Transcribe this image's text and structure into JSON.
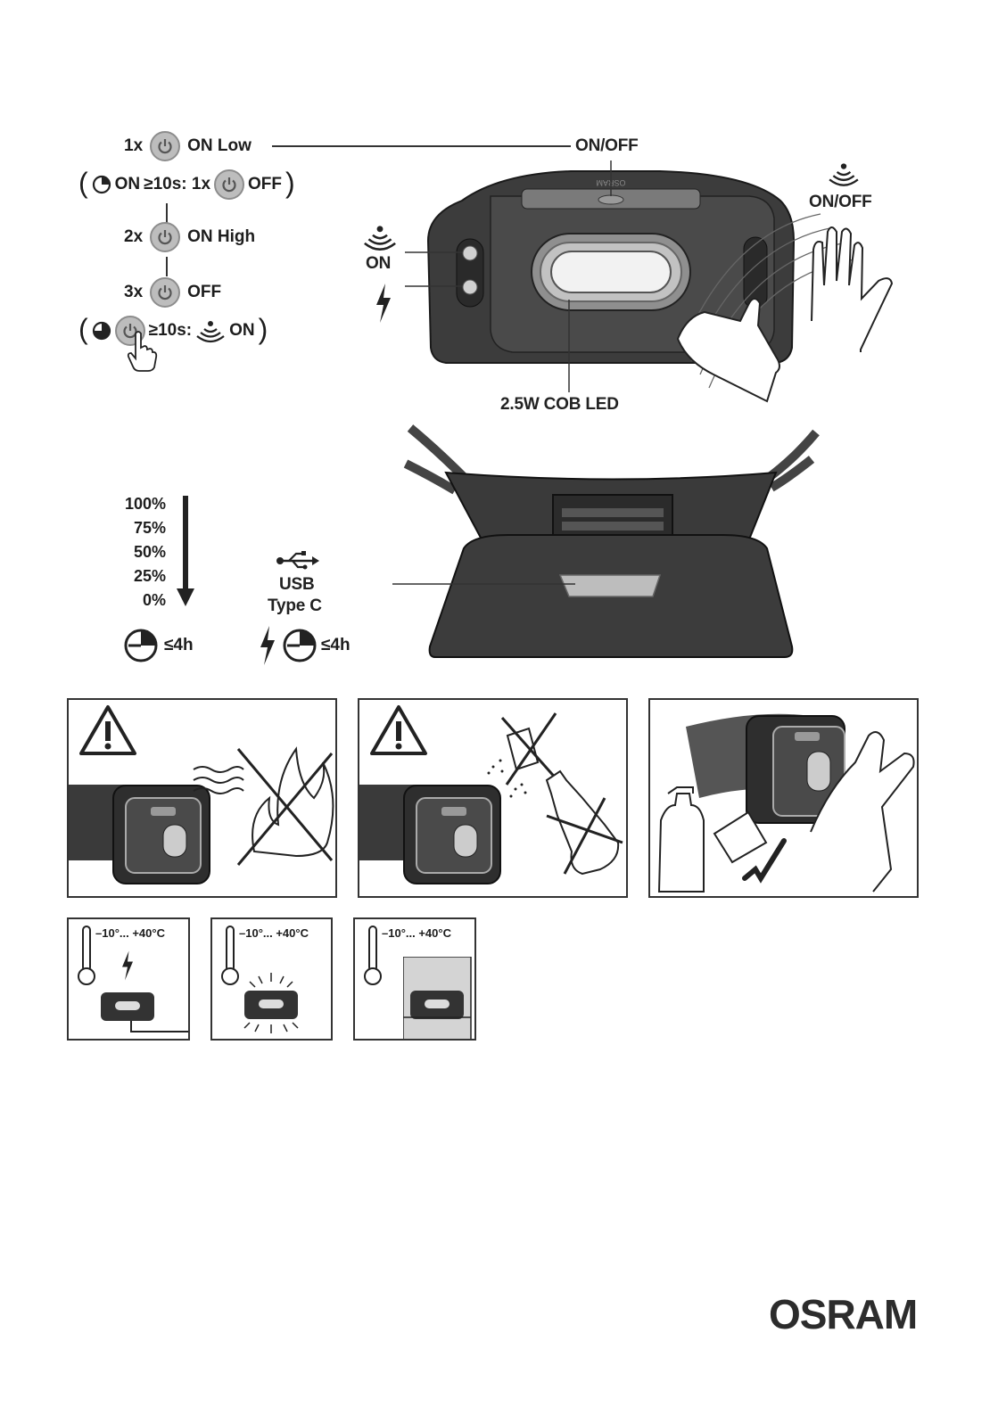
{
  "operation": {
    "step1_count": "1x",
    "step1_label": "ON Low",
    "timer_on": "ON",
    "timer_cond": "≥10s: 1x",
    "timer_off": "OFF",
    "step2_count": "2x",
    "step2_label": "ON High",
    "step3_count": "3x",
    "step3_label": "OFF",
    "sensor_cond": "≥10s:",
    "sensor_on": "ON"
  },
  "callouts": {
    "top_onoff": "ON/OFF",
    "sensor_onoff": "ON/OFF",
    "sensor_on": "ON",
    "led": "2.5W COB LED",
    "usb": "USB",
    "usb_type": "Type C"
  },
  "battery": {
    "levels": [
      "100%",
      "75%",
      "50%",
      "25%",
      "0%"
    ],
    "runtime": "≤4h",
    "charge_time": "≤4h"
  },
  "temperature": {
    "range_1": "–10°... +40°C",
    "range_2": "–10°... +40°C",
    "range_3": "–10°... +40°C"
  },
  "brand": {
    "logo_text": "OSRAM",
    "device_print": "OSRAM"
  }
}
